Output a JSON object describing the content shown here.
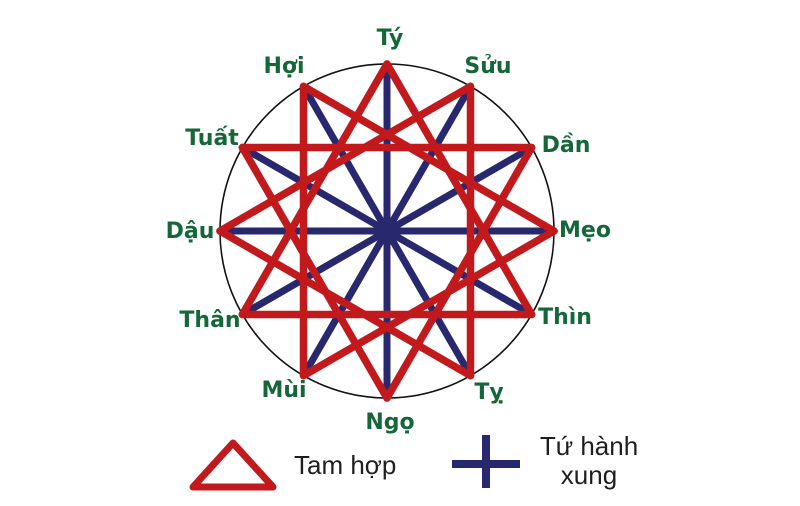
{
  "diagram": {
    "title_implicit": "",
    "signs": [
      {
        "label": "Tý"
      },
      {
        "label": "Sửu"
      },
      {
        "label": "Dần"
      },
      {
        "label": "Mẹo"
      },
      {
        "label": "Thìn"
      },
      {
        "label": "Tỵ"
      },
      {
        "label": "Ngọ"
      },
      {
        "label": "Mùi"
      },
      {
        "label": "Thân"
      },
      {
        "label": "Dậu"
      },
      {
        "label": "Tuất"
      },
      {
        "label": "Hợi"
      }
    ],
    "tam_hop_triangles": [
      [
        "Thân",
        "Tý",
        "Thìn"
      ],
      [
        "Tỵ",
        "Dậu",
        "Sửu"
      ],
      [
        "Dần",
        "Ngọ",
        "Tuất"
      ],
      [
        "Hợi",
        "Mẹo",
        "Mùi"
      ]
    ],
    "tu_hanh_xung_pairs": [
      [
        "Tý",
        "Ngọ"
      ],
      [
        "Sửu",
        "Mùi"
      ],
      [
        "Dần",
        "Thân"
      ],
      [
        "Mẹo",
        "Dậu"
      ],
      [
        "Thìn",
        "Tuất"
      ],
      [
        "Tỵ",
        "Hợi"
      ]
    ],
    "colors": {
      "tam_hop": "#c2191d",
      "tu_hanh_xung": "#28286e",
      "sign_label": "#15673a",
      "circle": "#111111",
      "legend_text": "#1e1e1e"
    }
  },
  "legend": {
    "tam_hop": {
      "label": "Tam hợp",
      "symbol": "triangle-outline-red"
    },
    "tu_hanh_xung": {
      "label": "Tứ hành xung",
      "symbol": "plus-cross-navy"
    }
  }
}
